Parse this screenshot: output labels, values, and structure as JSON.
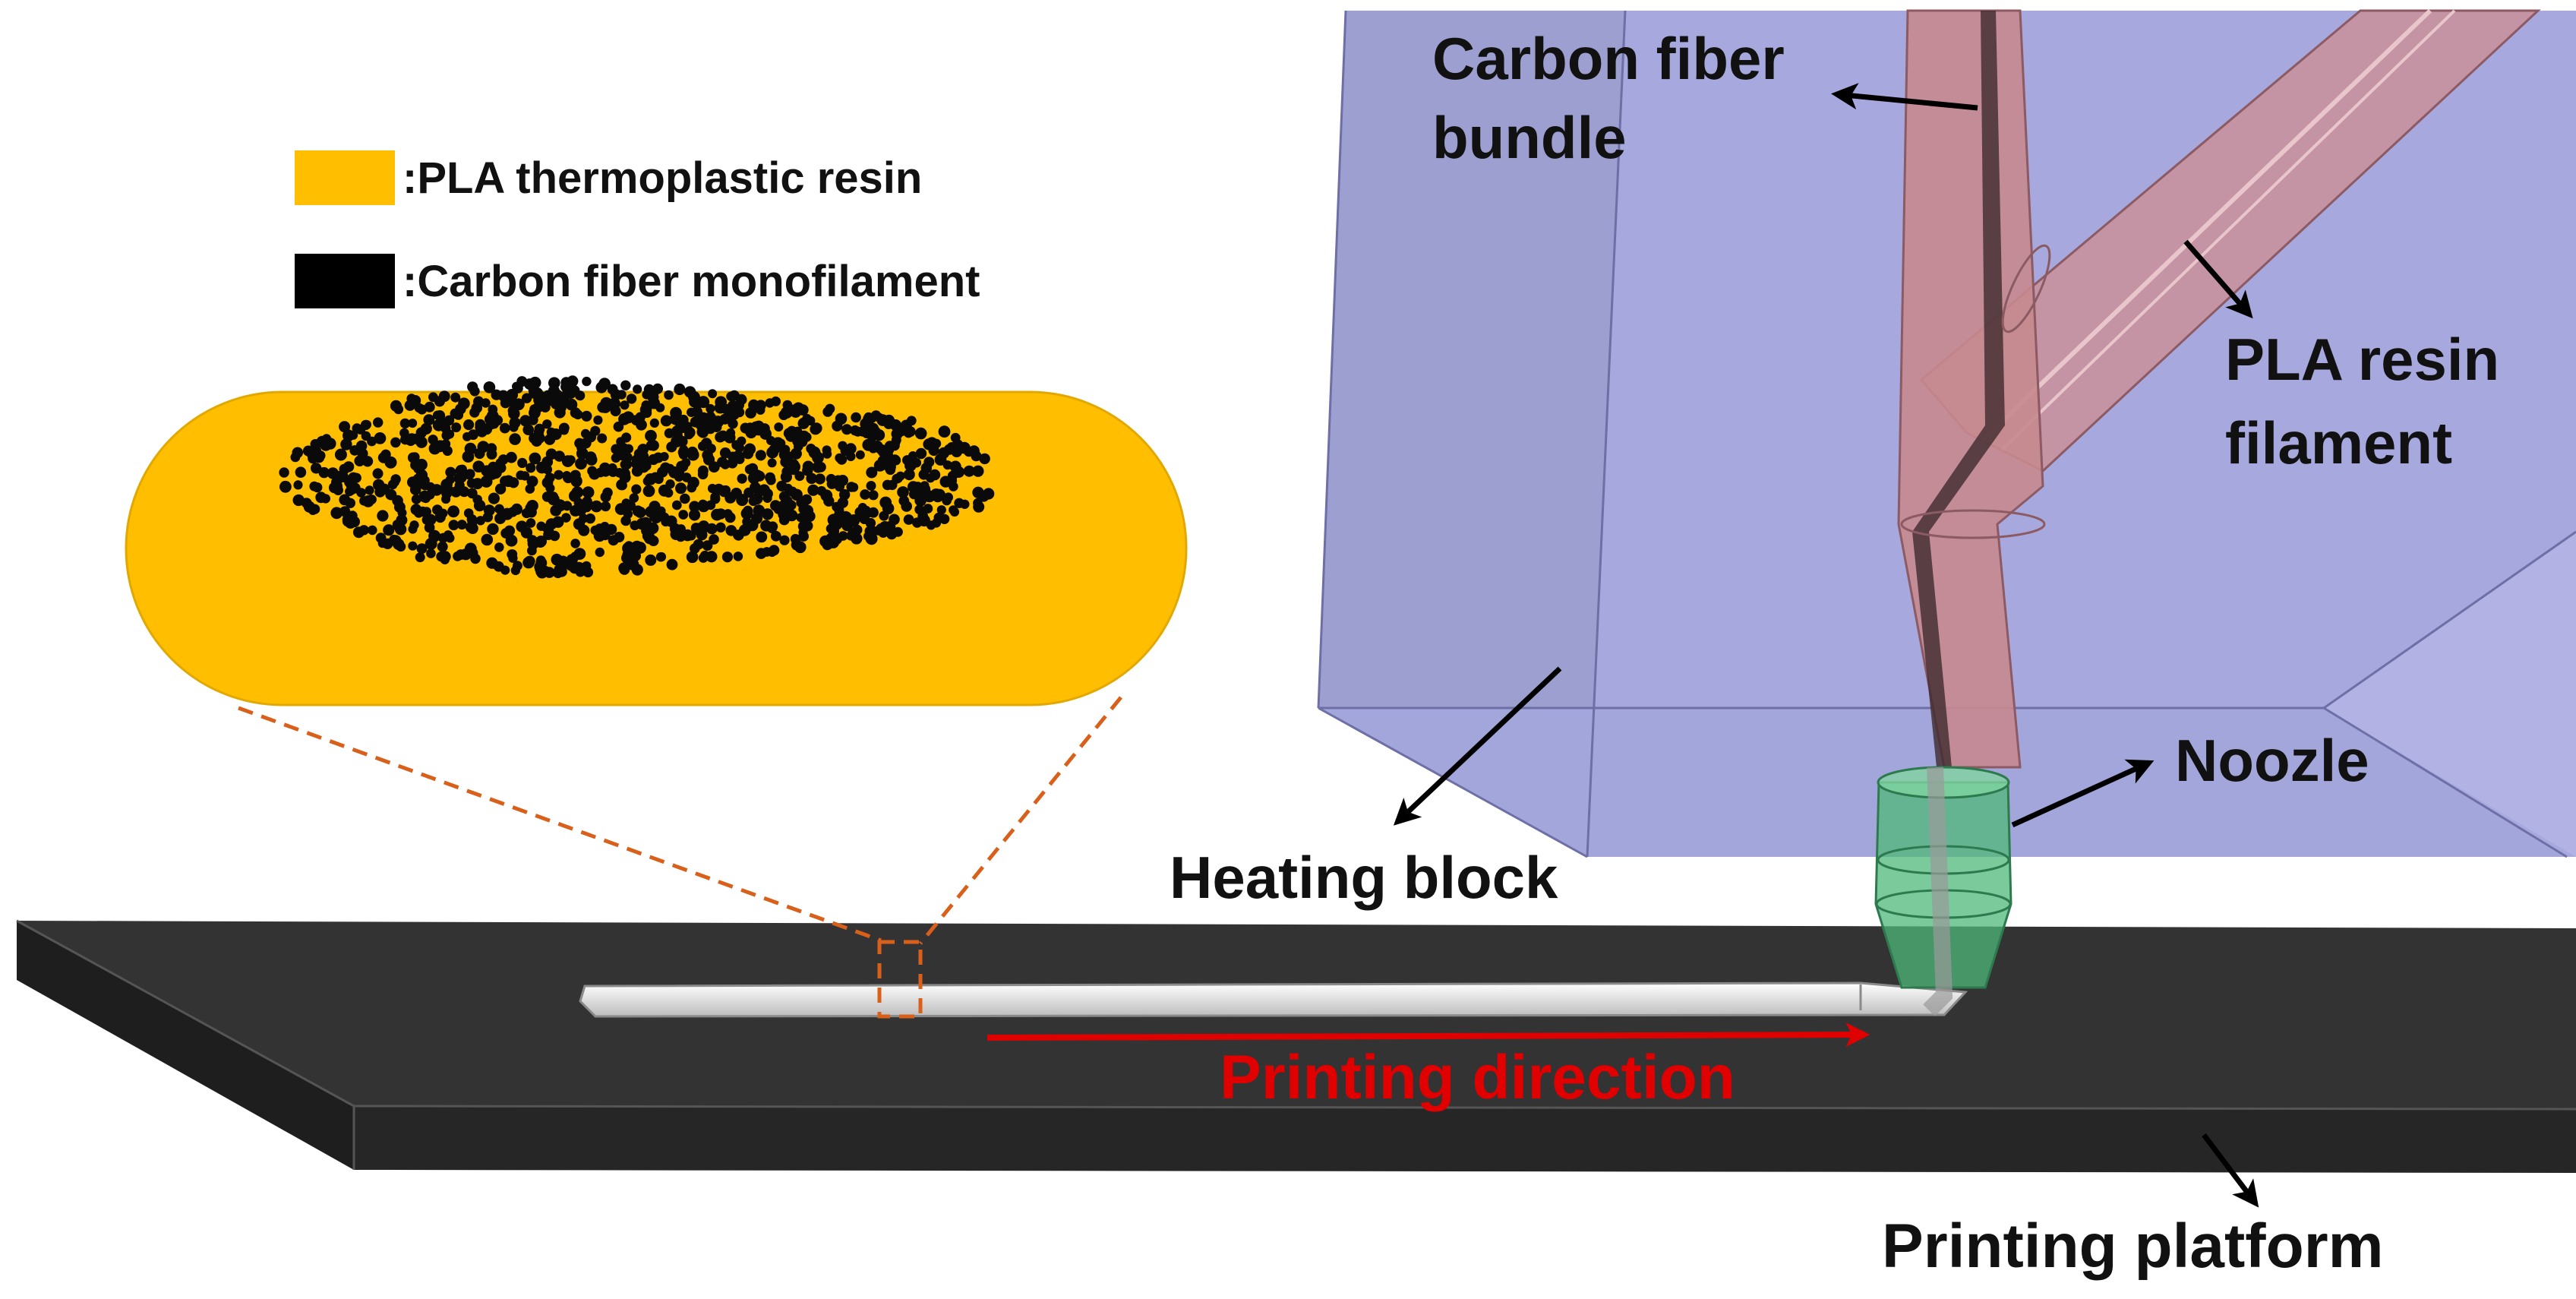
{
  "legend": {
    "items": [
      {
        "label": ":PLA thermoplastic resin",
        "color": "#FFBF00",
        "icon": "resin-swatch"
      },
      {
        "label": ":Carbon fiber monofilament",
        "color": "#000000",
        "icon": "fiber-swatch"
      }
    ]
  },
  "labels": {
    "carbon_fiber_bundle_line1": "Carbon fiber",
    "carbon_fiber_bundle_line2": "bundle",
    "pla_resin_line1": "PLA resin",
    "pla_resin_line2": "filament",
    "noozle": "Noozle",
    "heating_block": "Heating block",
    "printing_direction": "Printing direction",
    "printing_platform": "Printing platform"
  },
  "colors": {
    "resin": "#FFBF00",
    "fiber": "#000000",
    "heating_block": "#A9AADB",
    "tube": "#C98E97",
    "nozzle": "#4FB87A",
    "platform": "#2E2E2E",
    "printed_strand": "#F2F2F2",
    "direction_arrow": "#E00000",
    "zoom_lines": "#D9601A"
  }
}
